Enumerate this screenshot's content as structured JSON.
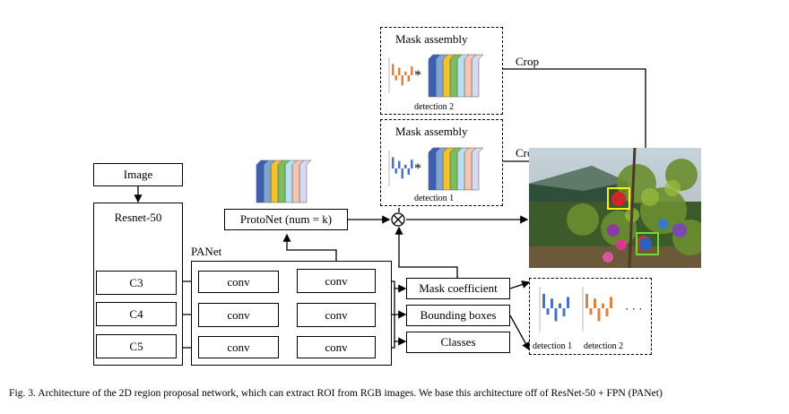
{
  "labels": {
    "image": "Image",
    "resnet": "Resnet-50",
    "c3": "C3",
    "c4": "C4",
    "c5": "C5",
    "panet": "PANet",
    "conv": "conv",
    "protonet": "ProtoNet (num = k)",
    "mask_coefficient": "Mask coefficient",
    "bounding_boxes": "Bounding boxes",
    "classes": "Classes",
    "mask_assembly": "Mask assembly",
    "detection1": "detection 1",
    "detection2": "detection 2",
    "crop": "Crop",
    "star": "*",
    "ellipsis": "· · ·"
  },
  "caption": "Fig. 3.  Architecture of the 2D region proposal network, which can extract ROI from RGB images. We base this architecture off of ResNet-50 + FPN (PANet)",
  "colors": {
    "blue": "#4a72c4",
    "orange": "#e0823a",
    "prototype_stack": [
      "#3b5fb5",
      "#7fa3d8",
      "#f2c12e",
      "#7cbf5a",
      "#b9e0f2",
      "#f5c5b0",
      "#d8d8f0"
    ]
  }
}
